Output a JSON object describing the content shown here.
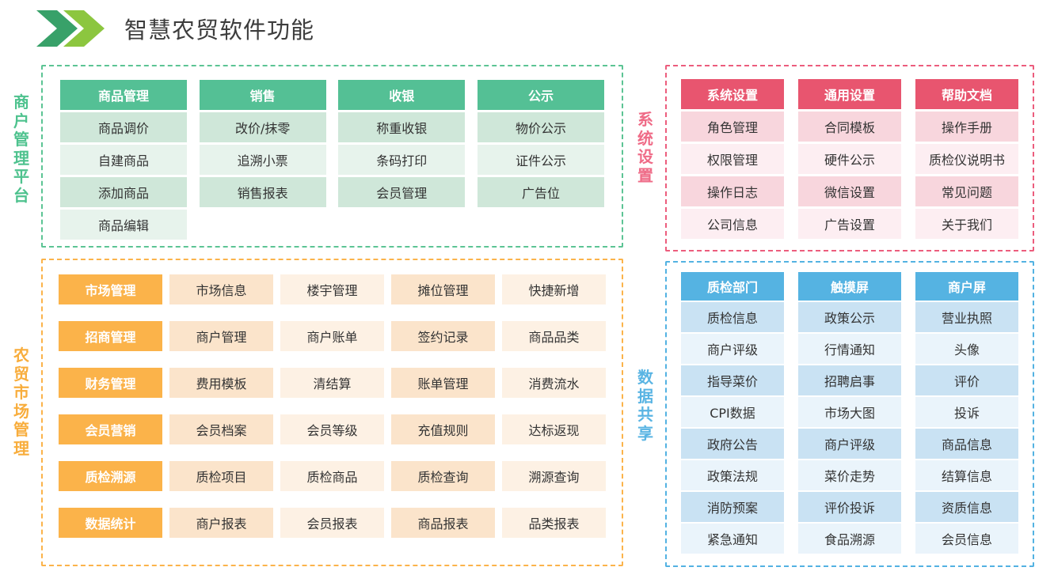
{
  "header": {
    "title": "智慧农贸软件功能",
    "logo_icon": "double-chevron-icon",
    "logo_color_dark": "#38a169",
    "logo_color_light": "#8cc63f"
  },
  "panels": {
    "merchant": {
      "side_label": "商户管理平台",
      "accent": "#54c095",
      "border": "#5cc494",
      "columns": [
        {
          "header": "商品管理",
          "items": [
            "商品调价",
            "自建商品",
            "添加商品",
            "商品编辑"
          ]
        },
        {
          "header": "销售",
          "items": [
            "改价/抹零",
            "追溯小票",
            "销售报表"
          ]
        },
        {
          "header": "收银",
          "items": [
            "称重收银",
            "条码打印",
            "会员管理"
          ]
        },
        {
          "header": "公示",
          "items": [
            "物价公示",
            "证件公示",
            "广告位"
          ]
        }
      ]
    },
    "system": {
      "side_label": "系统设置",
      "accent": "#e8556f",
      "border": "#ec5d7d",
      "columns": [
        {
          "header": "系统设置",
          "items": [
            "角色管理",
            "权限管理",
            "操作日志",
            "公司信息"
          ]
        },
        {
          "header": "通用设置",
          "items": [
            "合同模板",
            "硬件公示",
            "微信设置",
            "广告设置"
          ]
        },
        {
          "header": "帮助文档",
          "items": [
            "操作手册",
            "质检仪说明书",
            "常见问题",
            "关于我们"
          ]
        }
      ]
    },
    "market": {
      "side_label": "农贸市场管理",
      "accent": "#fbb34a",
      "border": "#fbb34a",
      "rows": [
        {
          "header": "市场管理",
          "items": [
            "市场信息",
            "楼宇管理",
            "摊位管理",
            "快捷新增"
          ]
        },
        {
          "header": "招商管理",
          "items": [
            "商户管理",
            "商户账单",
            "签约记录",
            "商品品类"
          ]
        },
        {
          "header": "财务管理",
          "items": [
            "费用模板",
            "清结算",
            "账单管理",
            "消费流水"
          ]
        },
        {
          "header": "会员营销",
          "items": [
            "会员档案",
            "会员等级",
            "充值规则",
            "达标返现"
          ]
        },
        {
          "header": "质检溯源",
          "items": [
            "质检项目",
            "质检商品",
            "质检查询",
            "溯源查询"
          ]
        },
        {
          "header": "数据统计",
          "items": [
            "商户报表",
            "会员报表",
            "商品报表",
            "品类报表"
          ]
        }
      ]
    },
    "data": {
      "side_label": "数据共享",
      "accent": "#55b3e2",
      "border": "#53b2e2",
      "columns": [
        {
          "header": "质检部门",
          "items": [
            "质检信息",
            "商户评级",
            "指导菜价",
            "CPI数据",
            "政府公告",
            "政策法规",
            "消防预案",
            "紧急通知"
          ]
        },
        {
          "header": "触摸屏",
          "items": [
            "政策公示",
            "行情通知",
            "招聘启事",
            "市场大图",
            "商户评级",
            "菜价走势",
            "评价投诉",
            "食品溯源"
          ]
        },
        {
          "header": "商户屏",
          "items": [
            "营业执照",
            "头像",
            "评价",
            "投诉",
            "商品信息",
            "结算信息",
            "资质信息",
            "会员信息"
          ]
        }
      ]
    }
  }
}
